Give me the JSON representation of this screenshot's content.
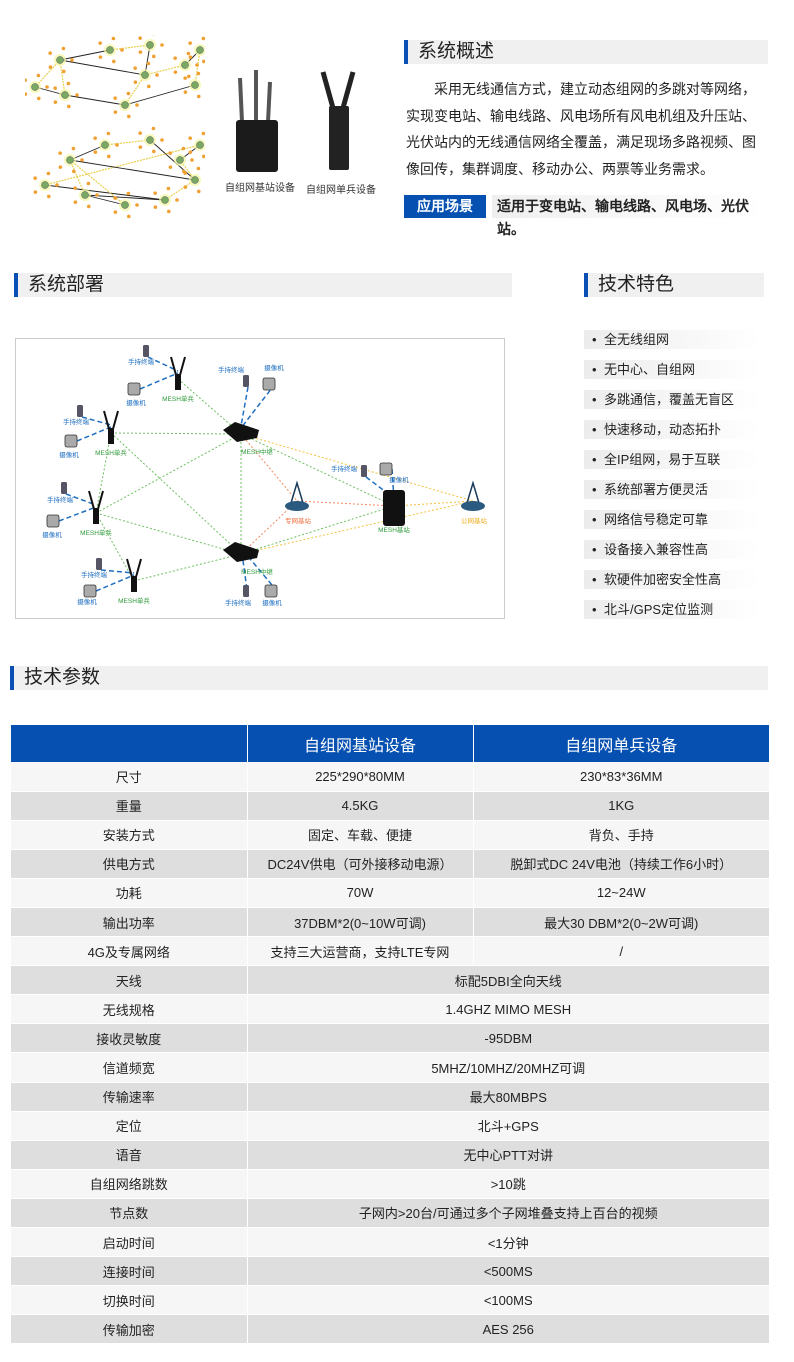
{
  "overview": {
    "title": "系统概述",
    "paragraph": "采用无线通信方式，建立动态组网的多跳对等网络，实现变电站、输电线路、风电场所有风电机组及升压站、光伏站内的无线通信网络全覆盖，满足现场多路视频、图像回传，集群调度、移动办公、两票等业务需求。",
    "scene_label": "应用场景",
    "scene_text": "适用于变电站、输电线路、风电场、光伏站。"
  },
  "devices": {
    "base_caption": "自组网基站设备",
    "single_caption": "自组网单兵设备"
  },
  "deploy": {
    "title": "系统部署",
    "labels": {
      "handheld": "手持终端",
      "camera": "摄像机",
      "mesh_single": "MESH单兵",
      "mesh_relay": "MESH中继",
      "mesh_base": "MESH基站",
      "private_bs": "专网基站",
      "public_bs": "公网基站"
    }
  },
  "features": {
    "title": "技术特色",
    "items": [
      "全无线组网",
      "无中心、自组网",
      "多跳通信，覆盖无盲区",
      "快速移动，动态拓扑",
      "全IP组网，易于互联",
      "系统部署方便灵活",
      "网络信号稳定可靠",
      "设备接入兼容性高",
      "软硬件加密安全性高",
      "北斗/GPS定位监测"
    ]
  },
  "params": {
    "title": "技术参数",
    "headers": [
      "",
      "自组网基站设备",
      "自组网单兵设备"
    ],
    "rows": [
      [
        "尺寸",
        "225*290*80MM",
        "230*83*36MM"
      ],
      [
        "重量",
        "4.5KG",
        "1KG"
      ],
      [
        "安装方式",
        "固定、车载、便捷",
        "背负、手持"
      ],
      [
        "供电方式",
        "DC24V供电（可外接移动电源）",
        "脱卸式DC 24V电池（持续工作6小时）"
      ],
      [
        "功耗",
        "70W",
        "12~24W"
      ],
      [
        "输出功率",
        "37DBM*2(0~10W可调)",
        "最大30 DBM*2(0~2W可调)"
      ],
      [
        "4G及专属网络",
        "支持三大运营商，支持LTE专网",
        "/"
      ],
      [
        "天线",
        "标配5DBI全向天线"
      ],
      [
        "无线规格",
        "1.4GHZ MIMO MESH"
      ],
      [
        "接收灵敏度",
        "-95DBM"
      ],
      [
        "信道频宽",
        "5MHZ/10MHZ/20MHZ可调"
      ],
      [
        "传输速率",
        "最大80MBPS"
      ],
      [
        "定位",
        "北斗+GPS"
      ],
      [
        "语音",
        "无中心PTT对讲"
      ],
      [
        "自组网络跳数",
        ">10跳"
      ],
      [
        "节点数",
        "子网内>20台/可通过多个子网堆叠支持上百台的视频"
      ],
      [
        "启动时间",
        "<1分钟"
      ],
      [
        "连接时间",
        "<500MS"
      ],
      [
        "切换时间",
        "<100MS"
      ],
      [
        "传输加密",
        "AES 256"
      ]
    ]
  },
  "colors": {
    "accent": "#0550b0",
    "green": "#2f9a3a",
    "label_blue": "#1f6fc0",
    "orange": "#f07040",
    "yellow": "#f0b020"
  }
}
